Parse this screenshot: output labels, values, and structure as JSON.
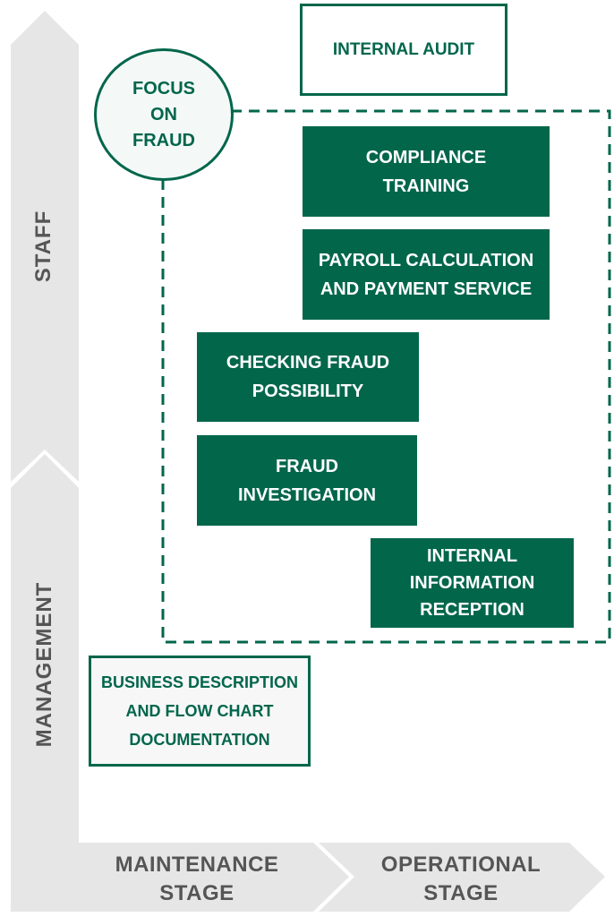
{
  "axes": {
    "staff_label": "STAFF",
    "management_label": "MANAGEMENT",
    "maintenance_stage_label": "MAINTENANCE\nSTAGE",
    "operational_stage_label": "OPERATIONAL\nSTAGE"
  },
  "focus": {
    "label": "FOCUS\nON\nFRAUD"
  },
  "boxes": {
    "internal_audit": "INTERNAL AUDIT",
    "compliance_training": "COMPLIANCE\nTRAINING",
    "payroll": "PAYROLL CALCULATION\nAND PAYMENT SERVICE",
    "checking_fraud": "CHECKING FRAUD\nPOSSIBILITY",
    "fraud_investigation": "FRAUD\nINVESTIGATION",
    "internal_information": "INTERNAL\nINFORMATION\nRECEPTION",
    "business_description": "BUSINESS DESCRIPTION\nAND FLOW CHART\nDOCUMENTATION"
  },
  "colors": {
    "accent_green": "#02664b",
    "arrow_gray": "#e6e6e6",
    "label_gray": "#555555"
  }
}
